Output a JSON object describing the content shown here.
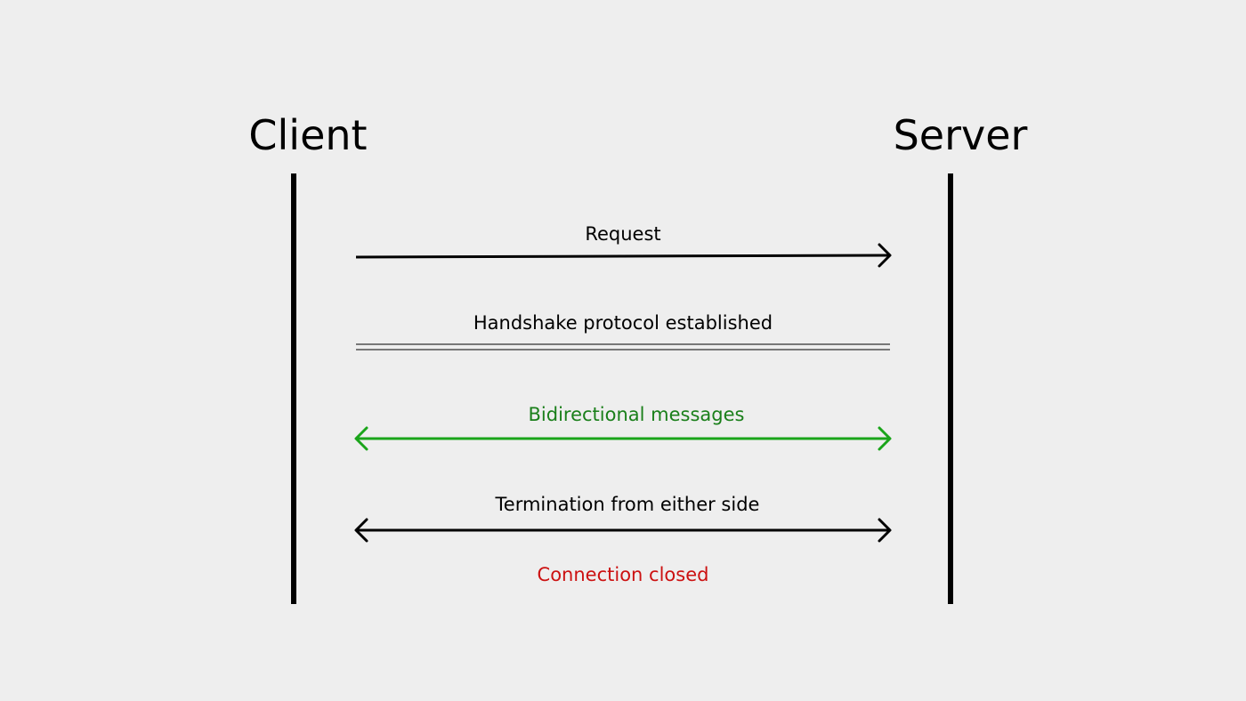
{
  "actors": {
    "client": "Client",
    "server": "Server"
  },
  "messages": {
    "request": "Request",
    "handshake": "Handshake protocol established",
    "bidirectional": "Bidirectional messages",
    "termination": "Termination from either side",
    "closed": "Connection closed"
  },
  "colors": {
    "background": "#eeeeee",
    "default": "#000000",
    "bidirectional": "#1aa51a",
    "bidirectional_text": "#1a7f1a",
    "closed": "#cc1111"
  }
}
